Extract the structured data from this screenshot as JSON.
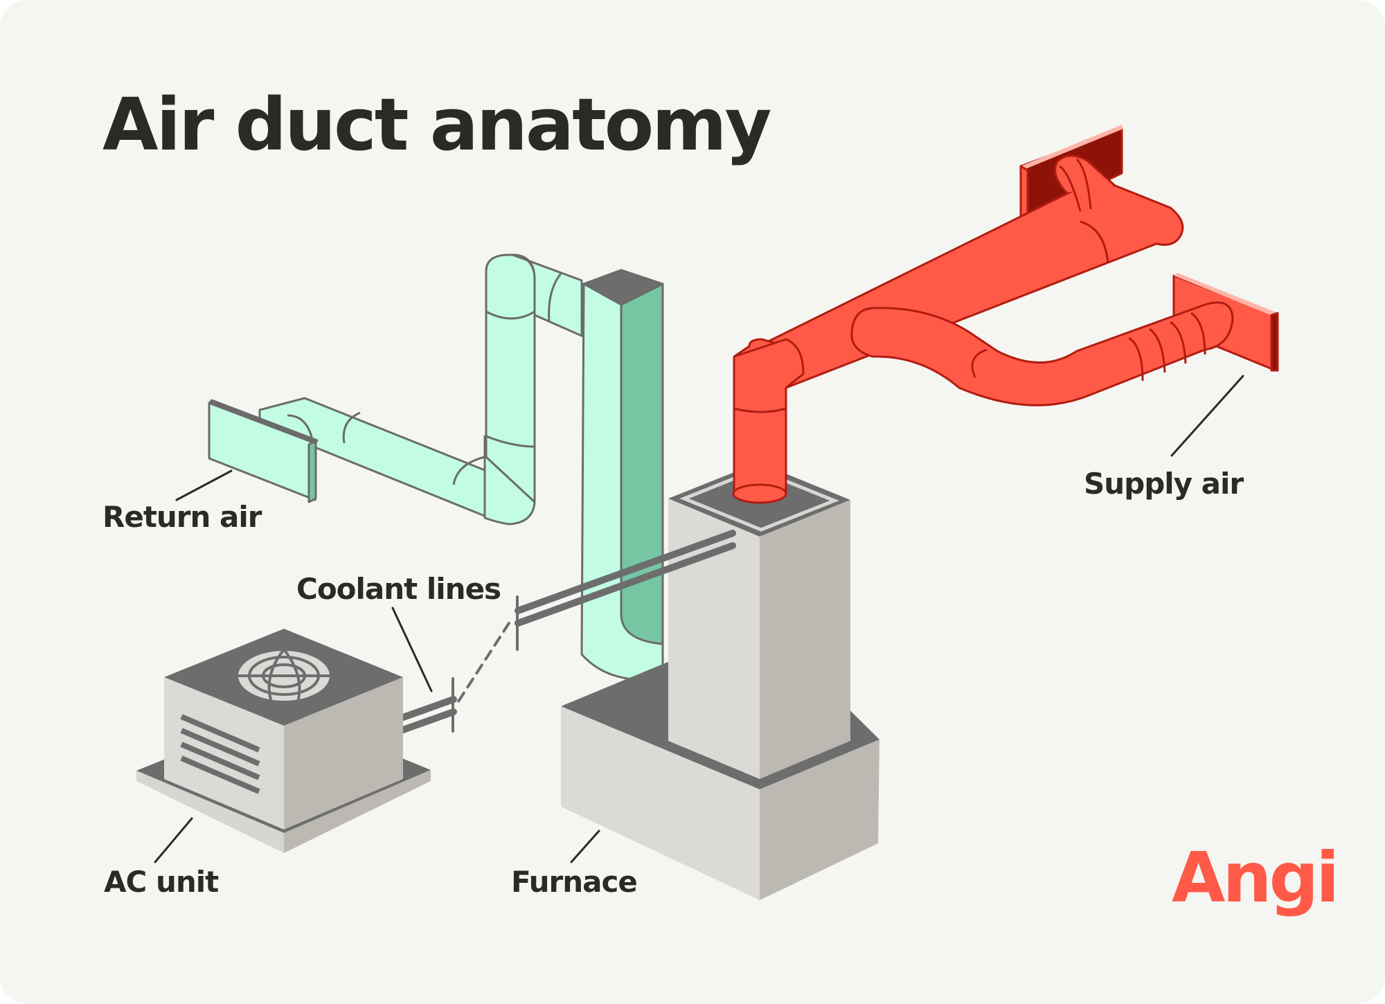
{
  "title": "Air duct anatomy",
  "labels": {
    "return_air": "Return air",
    "supply_air": "Supply air",
    "coolant_lines": "Coolant lines",
    "ac_unit": "AC unit",
    "furnace": "Furnace"
  },
  "logo": {
    "text": "Angi"
  },
  "colors": {
    "background": "#f5f5f1",
    "return_duct": "#c2fde3",
    "return_duct_shadow": "#76c6a4",
    "supply_duct": "#ff5a48",
    "supply_duct_outline": "#b21c10",
    "unit_light": "#dcdad6",
    "unit_dark": "#bcb9b3",
    "unit_top": "#6d6d6d",
    "text": "#2a2a26",
    "brand": "#ff5a48"
  }
}
